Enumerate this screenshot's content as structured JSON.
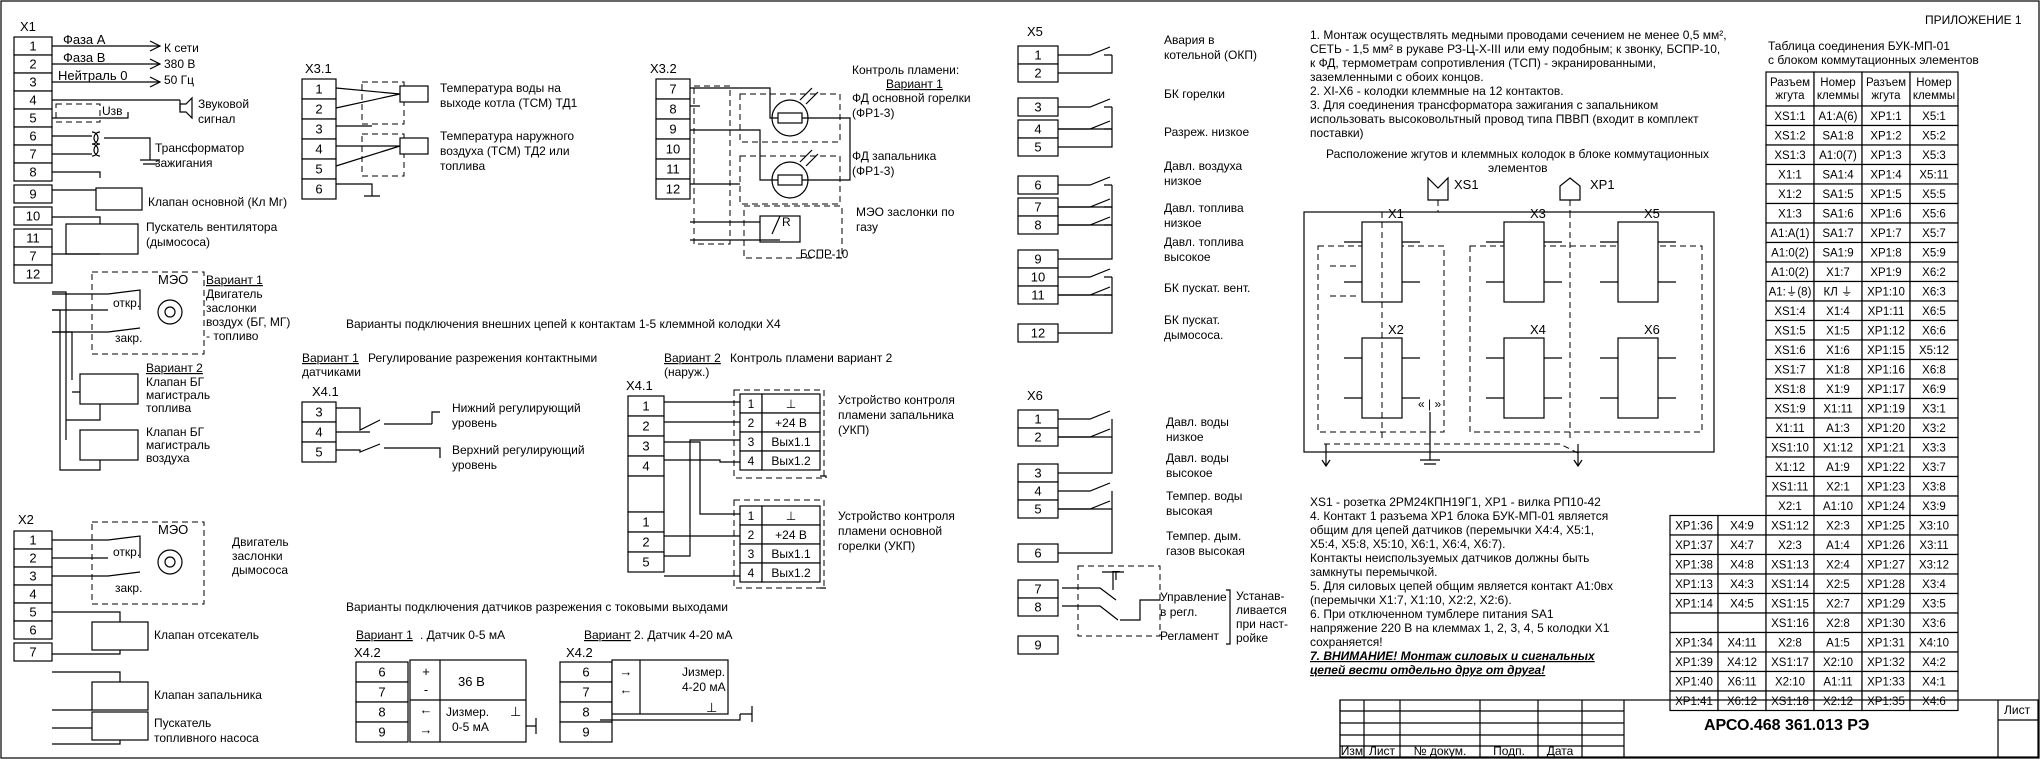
{
  "appendix": "ПРИЛОЖЕНИЕ 1",
  "x1": {
    "title": "X1",
    "pins": [
      "1",
      "2",
      "3",
      "4",
      "5",
      "6",
      "7",
      "8",
      "9",
      "10",
      "11",
      "7",
      "12"
    ],
    "net_phase_a": "Фаза А",
    "net_phase_b": "Фаза В",
    "net_neutral": "Нейтраль 0",
    "net_supply": [
      "К сети",
      "380 В",
      "50 Гц"
    ],
    "uzv": "Uзв",
    "buzzer": [
      "Звуковой",
      "сигнал"
    ],
    "transformer": [
      "Трансформатор",
      "зажигания"
    ],
    "main_valve": "Клапан основной (Кл Мг)",
    "fan_starter": [
      "Пускатель вентилятора",
      "(дымососа)"
    ],
    "meo": "МЭО",
    "variant1": "Вариант 1",
    "damper_motor": [
      "Двигатель",
      "заслонки",
      "воздух (БГ, МГ)",
      "- топливо"
    ],
    "open_label": "откр.",
    "close_label": "закр.",
    "variant2": "Вариант 2",
    "fuel_valve": [
      "Клапан БГ",
      "магистраль",
      "топлива"
    ],
    "air_valve": [
      "Клапан БГ",
      "магистраль",
      "воздуха"
    ]
  },
  "x2": {
    "title": "X2",
    "pins": [
      "1",
      "2",
      "3",
      "4",
      "5",
      "6",
      "7"
    ],
    "meo": "МЭО",
    "open_label": "откр.",
    "close_label": "закр.",
    "damper": [
      "Двигатель",
      "заслонки",
      "дымососа"
    ],
    "shutoff": "Клапан отсекатель",
    "pilot_valve": "Клапан запальника",
    "pump_starter": [
      "Пускатель",
      "топливного насоса"
    ]
  },
  "x31": {
    "title": "X3.1",
    "pins": [
      "1",
      "2",
      "3",
      "4",
      "5",
      "6"
    ],
    "temp_water": [
      "Температура воды на",
      "выходе котла (ТСМ) ТД1"
    ],
    "temp_air": [
      "Температура  наружного",
      "воздуха (ТСМ) ТД2 или",
      "топлива"
    ]
  },
  "x32": {
    "title": "X3.2",
    "pins": [
      "7",
      "8",
      "9",
      "10",
      "11",
      "12"
    ],
    "flame_title": "Контроль пламени:",
    "variant1": "Вариант 1",
    "fd_main": [
      "ФД основной горелки",
      "(ФР1-3)"
    ],
    "fd_pilot": [
      "ФД запальника",
      "(ФР1-3)"
    ],
    "meo_gas": [
      "МЭО заслонки по",
      "газу"
    ],
    "r_label": "R",
    "bspr": "БСПР-10"
  },
  "variants_x4": "Варианты подключения внешних цепей к контактам 1-5 клеммной колодки X4",
  "x41": {
    "variant": "Вариант 1",
    "desc": [
      "Регулирование разрежения контактными",
      "датчиками"
    ],
    "title": "X4.1",
    "pins": [
      "3",
      "4",
      "5"
    ],
    "low_level": [
      "Нижний регулирующий",
      "уровень"
    ],
    "high_level": [
      "Верхний регулирующий",
      "уровень"
    ]
  },
  "x4v2": {
    "variant": "Вариант 2",
    "desc": [
      "Контроль пламени вариант 2",
      "(наруж.)"
    ],
    "title": "X4.1",
    "pins_top": [
      "1",
      "2",
      "3",
      "4"
    ],
    "pins_bottom": [
      "1",
      "2",
      "5"
    ],
    "dev_pins": [
      "1",
      "2",
      "3",
      "4"
    ],
    "dev_vals": [
      "⊥",
      "+24 В",
      "Вых1.1",
      "Вых1.2"
    ],
    "ukp_pilot": [
      "Устройство контроля",
      "пламени запальника",
      "(УКП)"
    ],
    "ukp_main": [
      "Устройство контроля",
      "пламени основной",
      "горелки (УКП)"
    ]
  },
  "current_sensors": "Варианты подключения датчиков разрежения с токовыми выходами",
  "x42a": {
    "variant": "Вариант 1",
    "desc": ". Датчик 0-5 мА",
    "title": "X4.2",
    "pins": [
      "6",
      "7",
      "8",
      "9"
    ],
    "marks": [
      "+",
      "-",
      "←",
      "→"
    ],
    "v36": "36 В",
    "meas": [
      "Jизмер.",
      "0-5 мА"
    ],
    "gnd": "⊥"
  },
  "x42b": {
    "variant": "Вариант",
    "desc": " 2. Датчик 4-20 мА",
    "title": "X4.2",
    "pins": [
      "6",
      "7",
      "8",
      "9"
    ],
    "marks": [
      "→",
      "←"
    ],
    "meas": [
      "Jизмер.",
      "4-20 мА"
    ],
    "gnd": "⊥"
  },
  "x5": {
    "title": "X5",
    "pins": [
      "1",
      "2",
      "3",
      "4",
      "5",
      "6",
      "7",
      "8",
      "9",
      "10",
      "11",
      "12"
    ],
    "labels": [
      [
        "Авария в",
        "котельной (ОКП)"
      ],
      [
        "БК горелки"
      ],
      [
        "Разреж. низкое"
      ],
      [
        "Давл. воздуха",
        "низкое"
      ],
      [
        "Давл. топлива",
        "низкое"
      ],
      [
        "Давл. топлива",
        "высокое"
      ],
      [
        "БК пускат. вент."
      ],
      [
        "БК пускат.",
        "дымососа."
      ]
    ]
  },
  "x6": {
    "title": "X6",
    "pins": [
      "1",
      "2",
      "3",
      "4",
      "5",
      "6",
      "7",
      "8",
      "9"
    ],
    "labels": [
      [
        "Давл. воды",
        "низкое"
      ],
      [
        "Давл. воды",
        "высокое"
      ],
      [
        "Темпер. воды",
        "высокая"
      ],
      [
        "Темпер. дым.",
        "газов высокая"
      ]
    ],
    "t_sym": "T",
    "control": [
      "Управление",
      "в регл."
    ],
    "regl": "Регламент",
    "install": [
      "Устанав-",
      "ливается",
      "при наст-",
      "ройке"
    ]
  },
  "notes": {
    "n1": [
      "1. Монтаж осуществлять медными проводами сечением не менее 0,5 мм², ",
      "СЕТЬ - 1,5 мм² в рукаве РЗ-Ц-Х-III или ему подобным; к звонку, БСПР-10,",
      "к ФД, термометрам сопротивления (ТСП) - экранированными,",
      "заземленными с обоих концов."
    ],
    "n2": "2. XI-X6 - колодки клеммные на 12 контактов.",
    "n3": [
      "3. Для соединения трансформатора зажигания с запальником",
      "использовать высоковольтный провод типа ПВВП (входит в комплект",
      "поставки)"
    ],
    "layout_title": [
      "Расположение жгутов и клеммных колодок в блоке коммутационных",
      "элементов"
    ],
    "xs1": "XS1",
    "xp1": "XP1",
    "blocks": [
      "X1",
      "X3",
      "X5",
      "X2",
      "X4",
      "X6"
    ],
    "quote": "« | »",
    "n4a": "XS1 - розетка 2РМ24КПН19Г1, XP1 - вилка РП10-42",
    "n4": [
      "4. Контакт 1 разъема XP1 блока БУК-МП-01 является",
      "общим для цепей датчиков (перемычки X4:4, X5:1,",
      "X5:4, X5:8, X5:10, X6:1, X6:4, X6:7).",
      "    Контакты неиспользуемых датчиков должны быть",
      "замкнуты перемычкой."
    ],
    "n5": [
      "5. Для силовых цепей общим является контакт А1:0вх",
      "(перемычки X1:7, X1:10, X2:2, X2:6)."
    ],
    "n6": [
      "6. При отключенном тумблере питания SA1",
      "напряжение 220 В на клеммах 1, 2, 3, 4, 5 колодки X1",
      "сохраняется!"
    ],
    "warning": [
      "7. ВНИМАНИЕ! Монтаж силовых и сигнальных",
      "цепей вести отдельно друг от друга!"
    ]
  },
  "table": {
    "title": [
      "Таблица соединения БУК-МП-01",
      "с блоком коммутационных элементов"
    ],
    "headers": [
      [
        "Разъем",
        "жгута"
      ],
      [
        "Номер",
        "клеммы"
      ],
      [
        "Разъем",
        "жгута"
      ],
      [
        "Номер",
        "клеммы"
      ]
    ],
    "rows": [
      [
        "XS1:1",
        "A1:A(6)",
        "XP1:1",
        "X5:1"
      ],
      [
        "XS1:2",
        "SA1:8",
        "XP1:2",
        "X5:2"
      ],
      [
        "XS1:3",
        "A1:0(7)",
        "XP1:3",
        "X5:3"
      ],
      [
        "X1:1",
        "SA1:4",
        "XP1:4",
        "X5:11"
      ],
      [
        "X1:2",
        "SA1:5",
        "XP1:5",
        "X5:5"
      ],
      [
        "X1:3",
        "SA1:6",
        "XP1:6",
        "X5:6"
      ],
      [
        "A1:A(1)",
        "SA1:7",
        "XP1:7",
        "X5:7"
      ],
      [
        "A1:0(2)",
        "SA1:9",
        "XP1:8",
        "X5:9"
      ],
      [
        "A1:0(2)",
        "X1:7",
        "XP1:9",
        "X6:2"
      ],
      [
        "A1:⏚(8)",
        "КЛ ⏚",
        "XP1:10",
        "X6:3"
      ],
      [
        "XS1:4",
        "X1:4",
        "XP1:11",
        "X6:5"
      ],
      [
        "XS1:5",
        "X1:5",
        "XP1:12",
        "X6:6"
      ],
      [
        "XS1:6",
        "X1:6",
        "XP1:15",
        "X5:12"
      ],
      [
        "XS1:7",
        "X1:8",
        "XP1:16",
        "X6:8"
      ],
      [
        "XS1:8",
        "X1:9",
        "XP1:17",
        "X6:9"
      ],
      [
        "XS1:9",
        "X1:11",
        "XP1:19",
        "X3:1"
      ],
      [
        "X1:11",
        "A1:3",
        "XP1:20",
        "X3:2"
      ],
      [
        "XS1:10",
        "X1:12",
        "XP1:21",
        "X3:3"
      ],
      [
        "X1:12",
        "A1:9",
        "XP1:22",
        "X3:7"
      ],
      [
        "XS1:11",
        "X2:1",
        "XP1:23",
        "X3:8"
      ],
      [
        "X2:1",
        "A1:10",
        "XP1:24",
        "X3:9"
      ]
    ],
    "rows6": [
      [
        "XP1:36",
        "X4:9",
        "XS1:12",
        "X2:3",
        "XP1:25",
        "X3:10"
      ],
      [
        "XP1:37",
        "X4:7",
        "X2:3",
        "A1:4",
        "XP1:26",
        "X3:11"
      ],
      [
        "XP1:38",
        "X4:8",
        "XS1:13",
        "X2:4",
        "XP1:27",
        "X3:12"
      ],
      [
        "XP1:13",
        "X4:3",
        "XS1:14",
        "X2:5",
        "XP1:28",
        "X3:4"
      ],
      [
        "XP1:14",
        "X4:5",
        "XS1:15",
        "X2:7",
        "XP1:29",
        "X3:5"
      ],
      [
        "",
        "",
        "XS1:16",
        "X2:8",
        "XP1:30",
        "X3:6"
      ],
      [
        "XP1:34",
        "X4:11",
        "X2:8",
        "A1:5",
        "XP1:31",
        "X4:10"
      ],
      [
        "XP1:39",
        "X4:12",
        "XS1:17",
        "X2:10",
        "XP1:32",
        "X4:2"
      ],
      [
        "XP1:40",
        "X6:11",
        "X2:10",
        "A1:11",
        "XP1:33",
        "X4:1"
      ],
      [
        "XP1:41",
        "X6:12",
        "XS1:18",
        "X2:12",
        "XP1:35",
        "X4:6"
      ]
    ]
  },
  "stamp": {
    "cols": [
      "Изм",
      "Лист",
      "№ докум.",
      "Подп.",
      "Дата"
    ],
    "doc_number": "АРСО.468 361.013 РЭ",
    "sheet_label": "Лист"
  }
}
